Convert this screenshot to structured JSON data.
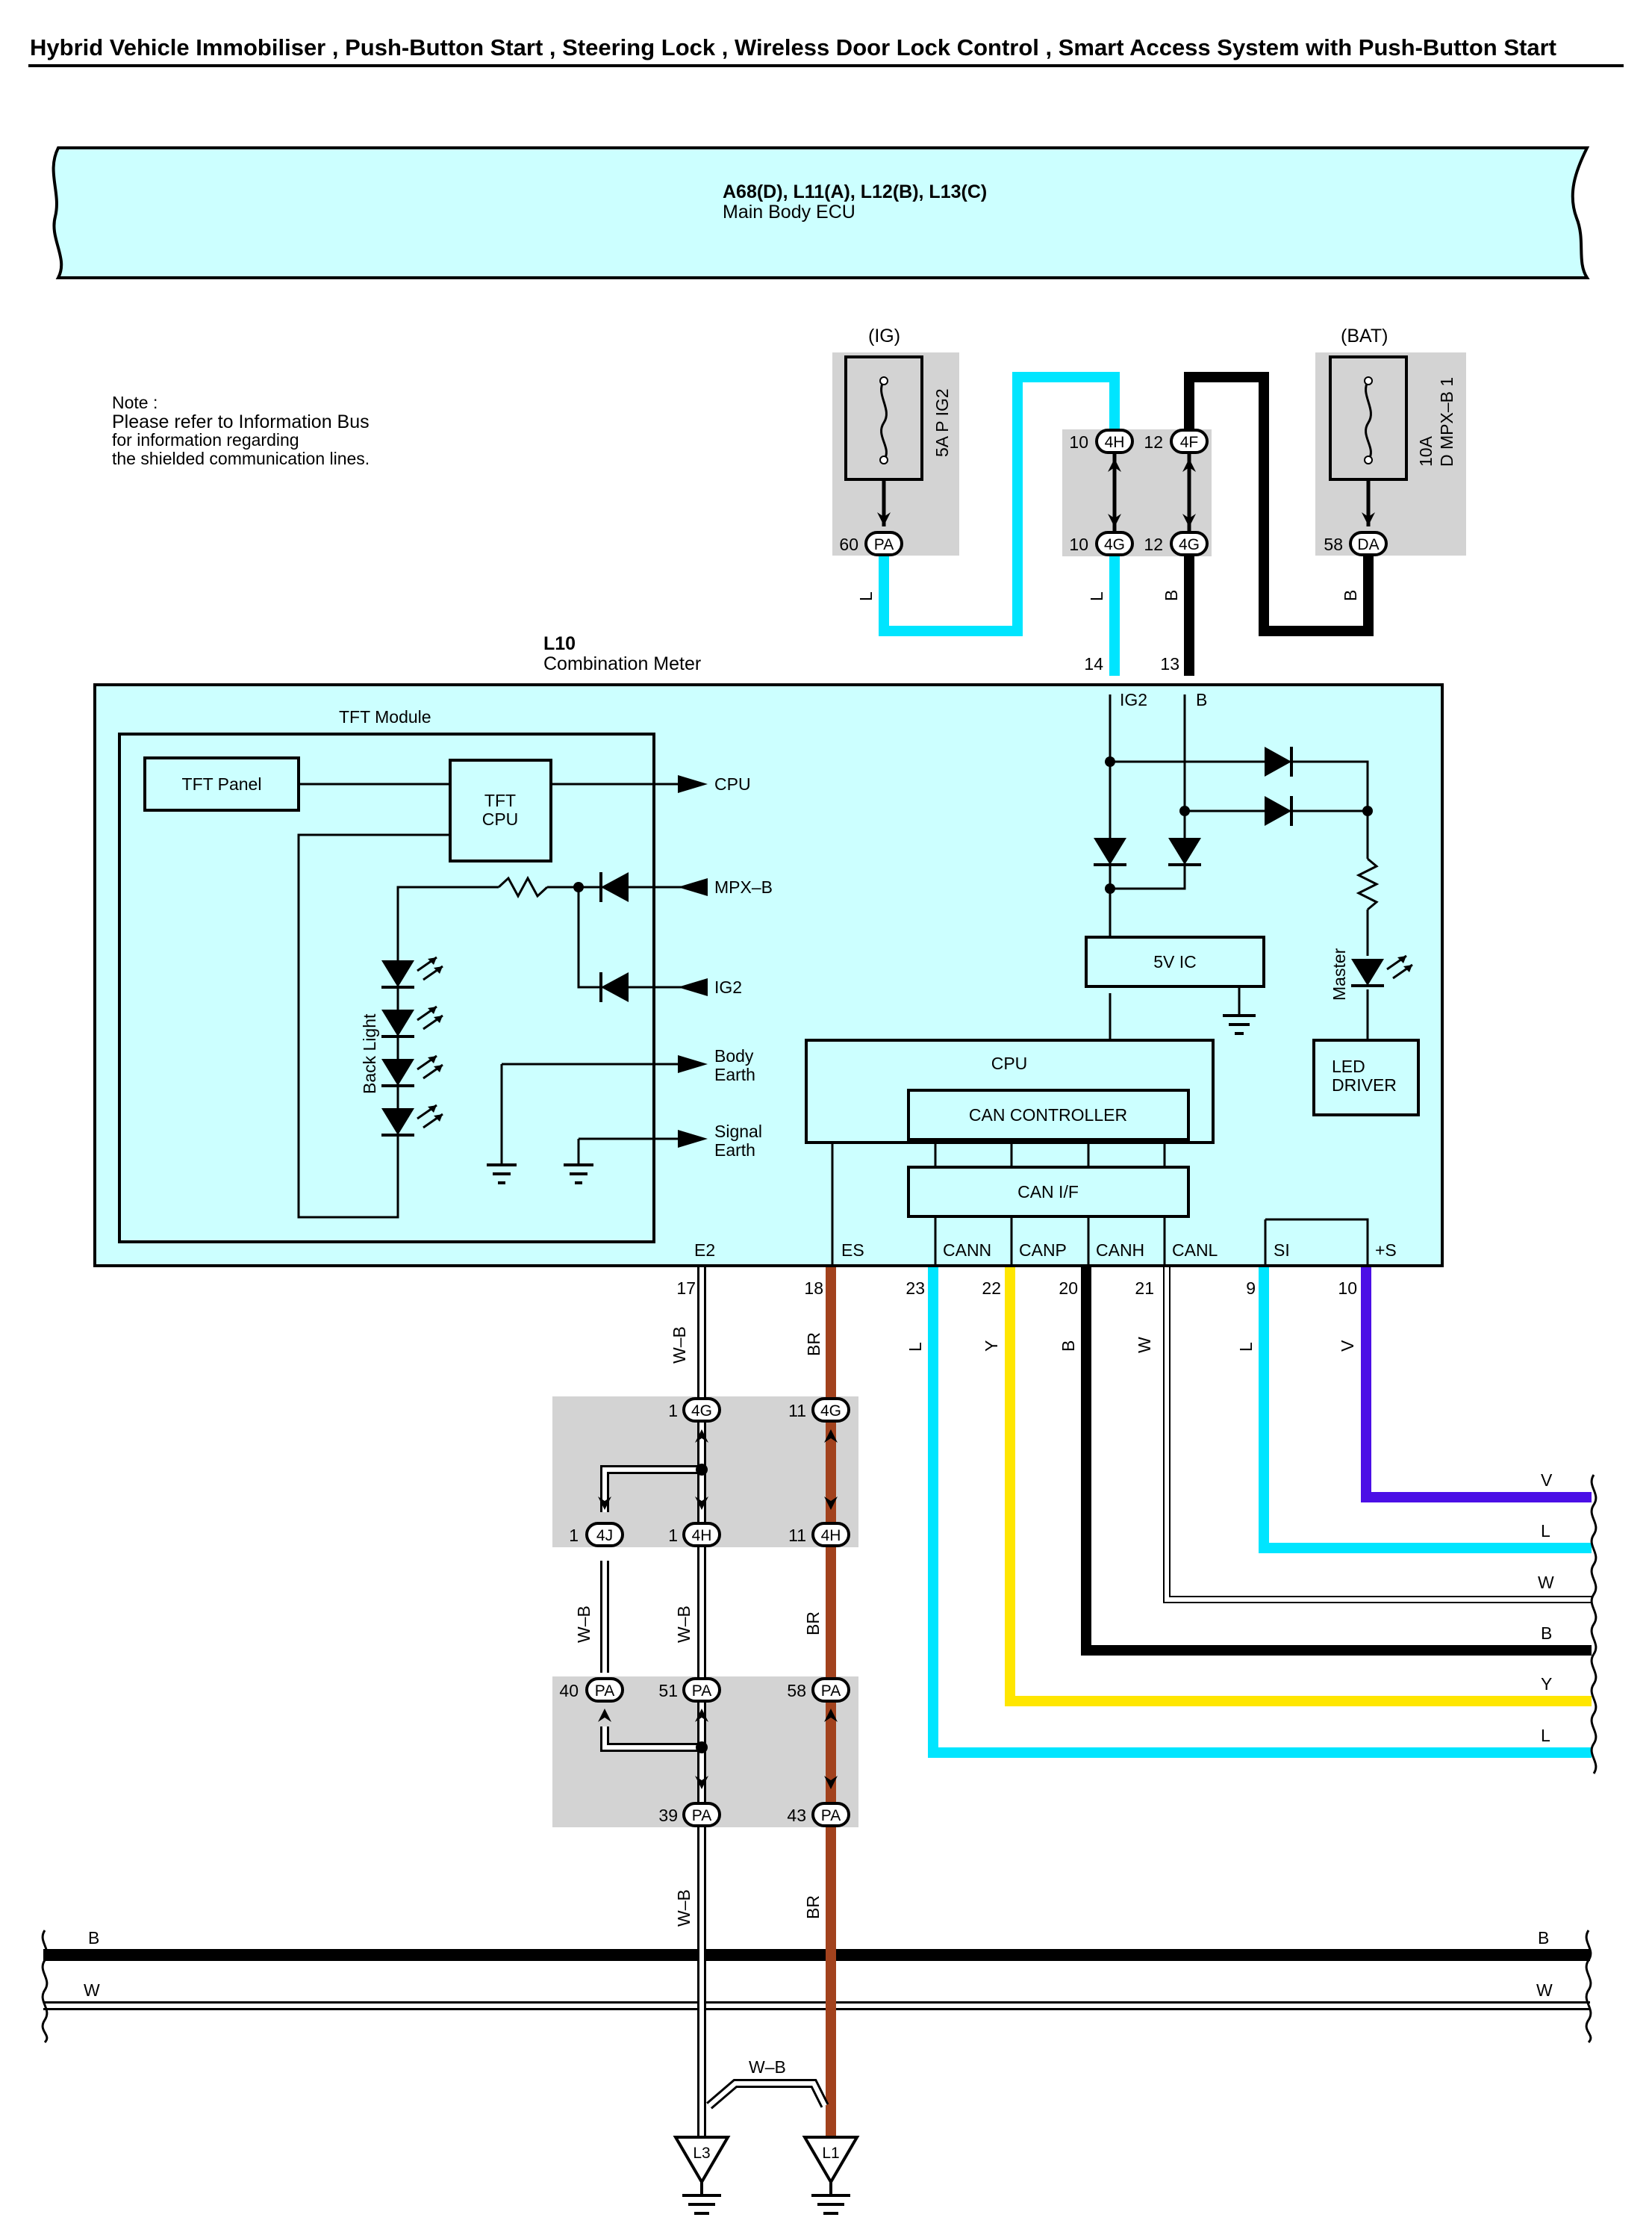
{
  "title": "Hybrid Vehicle Immobiliser , Push-Button Start , Steering Lock , Wireless Door Lock Control , Smart Access System with Push-Button Start",
  "main_body_ecu": {
    "connectors": "A68(D), L11(A), L12(B), L13(C)",
    "name": "Main Body ECU"
  },
  "note": [
    "Note :",
    "Please refer to Information Bus",
    "for information regarding",
    "the shielded communication lines."
  ],
  "fuses": {
    "ig": {
      "supply": "(IG)",
      "label": "5A P IG2",
      "pin": "60",
      "conn": "PA",
      "wire": "L"
    },
    "bat": {
      "supply": "(BAT)",
      "label1": "10A",
      "label2": "D MPX–B 1",
      "pin": "58",
      "conn": "DA",
      "wire": "B"
    }
  },
  "junction_top": {
    "left": {
      "pin_top": "10",
      "conn_top": "4H",
      "pin_bot": "10",
      "conn_bot": "4G",
      "wire": "L"
    },
    "right": {
      "pin_top": "12",
      "conn_top": "4F",
      "pin_bot": "12",
      "conn_bot": "4G",
      "wire": "B"
    }
  },
  "meter": {
    "id": "L10",
    "name": "Combination Meter",
    "pins_top": {
      "ig2_pin": "14",
      "b_pin": "13",
      "ig2": "IG2",
      "b": "B"
    },
    "tft_module": "TFT Module",
    "tft_panel": "TFT Panel",
    "tft_cpu": [
      "TFT",
      "CPU"
    ],
    "back_light": "Back Light",
    "outputs": {
      "cpu": "CPU",
      "mpxb": "MPX–B",
      "ig2": "IG2",
      "body_earth": [
        "Body",
        "Earth"
      ],
      "signal_earth": [
        "Signal",
        "Earth"
      ]
    },
    "ic_5v": "5V IC",
    "master": "Master",
    "led_driver": [
      "LED",
      "DRIVER"
    ],
    "cpu": "CPU",
    "can_controller": "CAN CONTROLLER",
    "can_if": "CAN I/F",
    "bottom_pins": [
      {
        "name": "E2",
        "num": "17",
        "wire": "W–B"
      },
      {
        "name": "ES",
        "num": "18",
        "wire": "BR"
      },
      {
        "name": "CANN",
        "num": "23",
        "wire": "L"
      },
      {
        "name": "CANP",
        "num": "22",
        "wire": "Y"
      },
      {
        "name": "CANH",
        "num": "20",
        "wire": "B"
      },
      {
        "name": "CANL",
        "num": "21",
        "wire": "W"
      },
      {
        "name": "SI",
        "num": "9",
        "wire": "L"
      },
      {
        "name": "+S",
        "num": "10",
        "wire": "V"
      }
    ]
  },
  "junction_lower": {
    "row1": [
      {
        "pin": "1",
        "conn": "4G"
      },
      {
        "pin": "11",
        "conn": "4G"
      }
    ],
    "row2": [
      {
        "pin": "1",
        "conn": "4J"
      },
      {
        "pin": "1",
        "conn": "4H"
      },
      {
        "pin": "11",
        "conn": "4H"
      }
    ],
    "wires_mid": [
      "W–B",
      "W–B",
      "BR"
    ],
    "row3": [
      {
        "pin": "40",
        "conn": "PA"
      },
      {
        "pin": "51",
        "conn": "PA"
      },
      {
        "pin": "58",
        "conn": "PA"
      }
    ],
    "row4": [
      {
        "pin": "39",
        "conn": "PA"
      },
      {
        "pin": "43",
        "conn": "PA"
      }
    ],
    "wires_low": [
      "W–B",
      "BR"
    ]
  },
  "right_wire_labels": [
    "V",
    "L",
    "W",
    "B",
    "Y",
    "L"
  ],
  "bus": {
    "b": "B",
    "w": "W"
  },
  "grounds": {
    "shield_wire": "W–B",
    "left": "L3",
    "right": "L1"
  },
  "colors": {
    "cyan_fill": "#ccffff",
    "wire_L": "#00e5ff",
    "wire_Y": "#ffe600",
    "wire_V": "#4b0fe6",
    "wire_BR": "#a2421d",
    "gray_box": "#d3d3d3"
  }
}
